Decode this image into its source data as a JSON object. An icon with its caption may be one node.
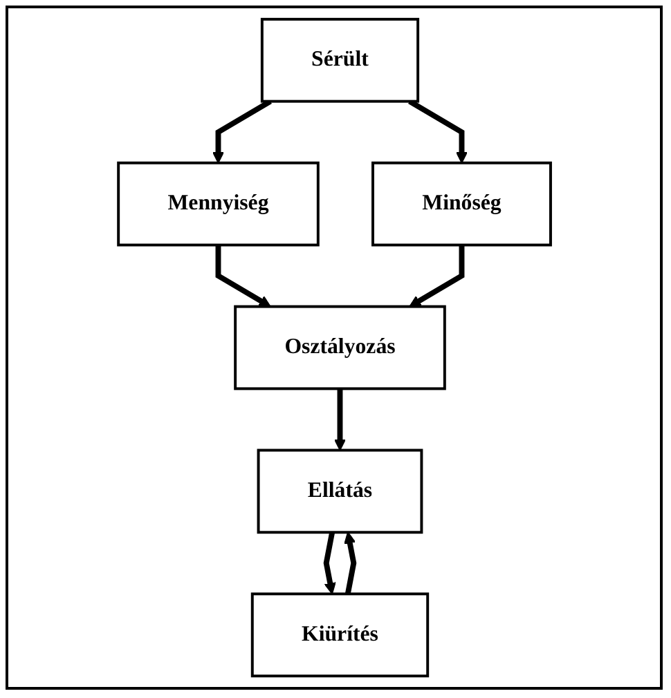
{
  "diagram": {
    "nodes": [
      {
        "text": [
          "Sérült"
        ]
      },
      {
        "text": [
          "Mennyiség"
        ]
      },
      {
        "text": [
          "Minőség"
        ]
      },
      {
        "text": [
          "Osztályozás"
        ]
      },
      {
        "text": [
          "Ellátás"
        ]
      },
      {
        "text": [
          "Kiürítés"
        ]
      }
    ],
    "edges": [
      {
        "from": 0,
        "to": 1,
        "arrow": "to"
      },
      {
        "from": 0,
        "to": 2,
        "arrow": "to"
      },
      {
        "from": 1,
        "to": 3,
        "arrow": "to"
      },
      {
        "from": 2,
        "to": 3,
        "arrow": "to"
      },
      {
        "from": 3,
        "to": 4,
        "arrow": "to"
      },
      {
        "from": 4,
        "to": 5,
        "arrow": "to"
      },
      {
        "from": 5,
        "to": 4,
        "arrow": "to"
      }
    ]
  }
}
